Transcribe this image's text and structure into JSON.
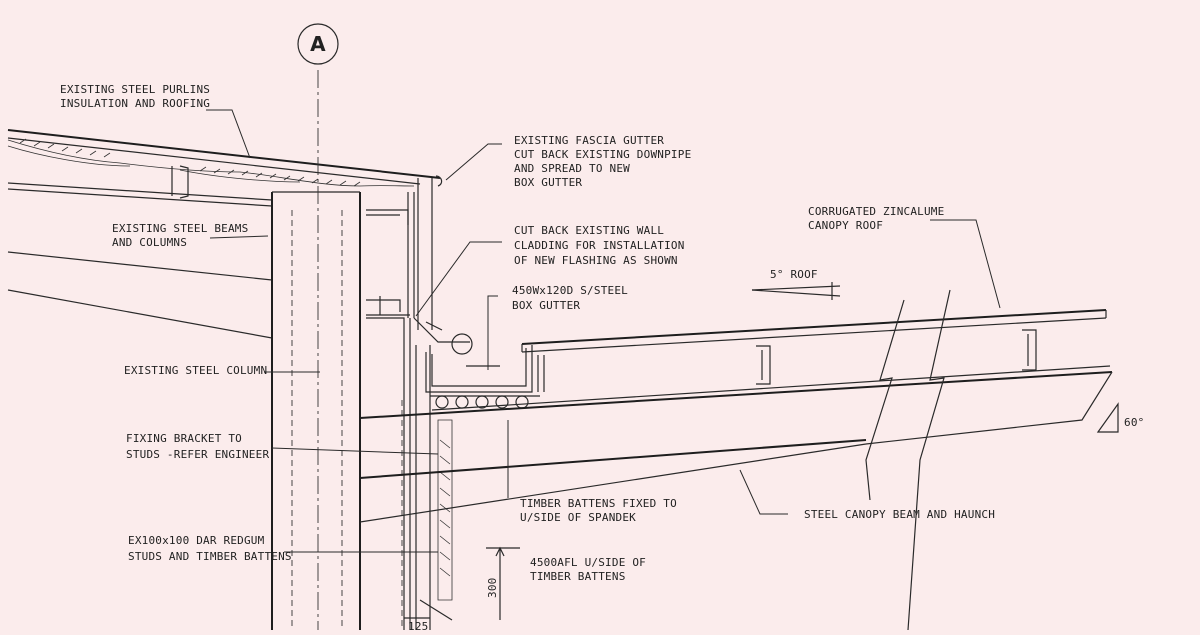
{
  "grid_marker": "A",
  "labels": {
    "purlins": [
      "EXISTING STEEL PURLINS",
      "INSULATION AND ROOFING"
    ],
    "beams": [
      "EXISTING STEEL BEAMS",
      "AND COLUMNS"
    ],
    "column": [
      "EXISTING STEEL COLUMN"
    ],
    "bracket": [
      "FIXING BRACKET TO",
      "STUDS -REFER ENGINEER"
    ],
    "studs": [
      "EX100x100 DAR REDGUM",
      "STUDS AND TIMBER BATTENS"
    ],
    "fascia": [
      "EXISTING FASCIA GUTTER",
      "CUT BACK EXISTING DOWNPIPE",
      "AND SPREAD TO NEW",
      "BOX GUTTER"
    ],
    "cladding": [
      "CUT BACK EXISTING WALL",
      "CLADDING FOR INSTALLATION",
      "OF NEW FLASHING AS SHOWN"
    ],
    "box_gutter": [
      "450Wx120D S/STEEL",
      "BOX GUTTER"
    ],
    "canopy_roof": [
      "CORRUGATED ZINCALUME",
      "CANOPY ROOF"
    ],
    "roof_pitch": "5° ROOF",
    "angle": "60°",
    "battens": [
      "TIMBER BATTENS FIXED TO",
      "U/SIDE OF SPANDEK"
    ],
    "canopy_beam": [
      "STEEL CANOPY BEAM AND HAUNCH"
    ],
    "afl": [
      "4500AFL U/SIDE OF",
      "TIMBER BATTENS"
    ]
  },
  "dimensions": {
    "vertical": "300",
    "horizontal": "125"
  }
}
